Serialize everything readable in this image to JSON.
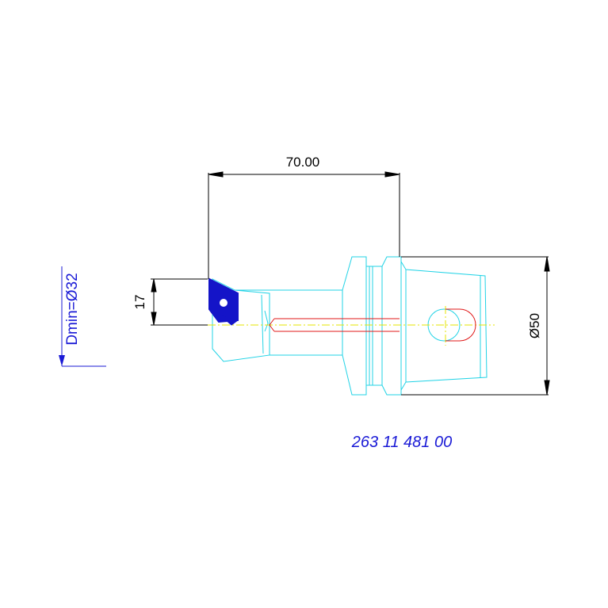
{
  "dimensions": {
    "length": "70.00",
    "height": "17",
    "diameter": "Ø50"
  },
  "min_diameter_label": "Dmin=Ø32",
  "part_number": "263 11 481 00",
  "colors": {
    "outline": "#22d3e6",
    "dimension": "#000000",
    "hole": "#e01818",
    "centerline": "#e6e600",
    "insert": "#1414c8",
    "annotation": "#1a1ad6"
  }
}
